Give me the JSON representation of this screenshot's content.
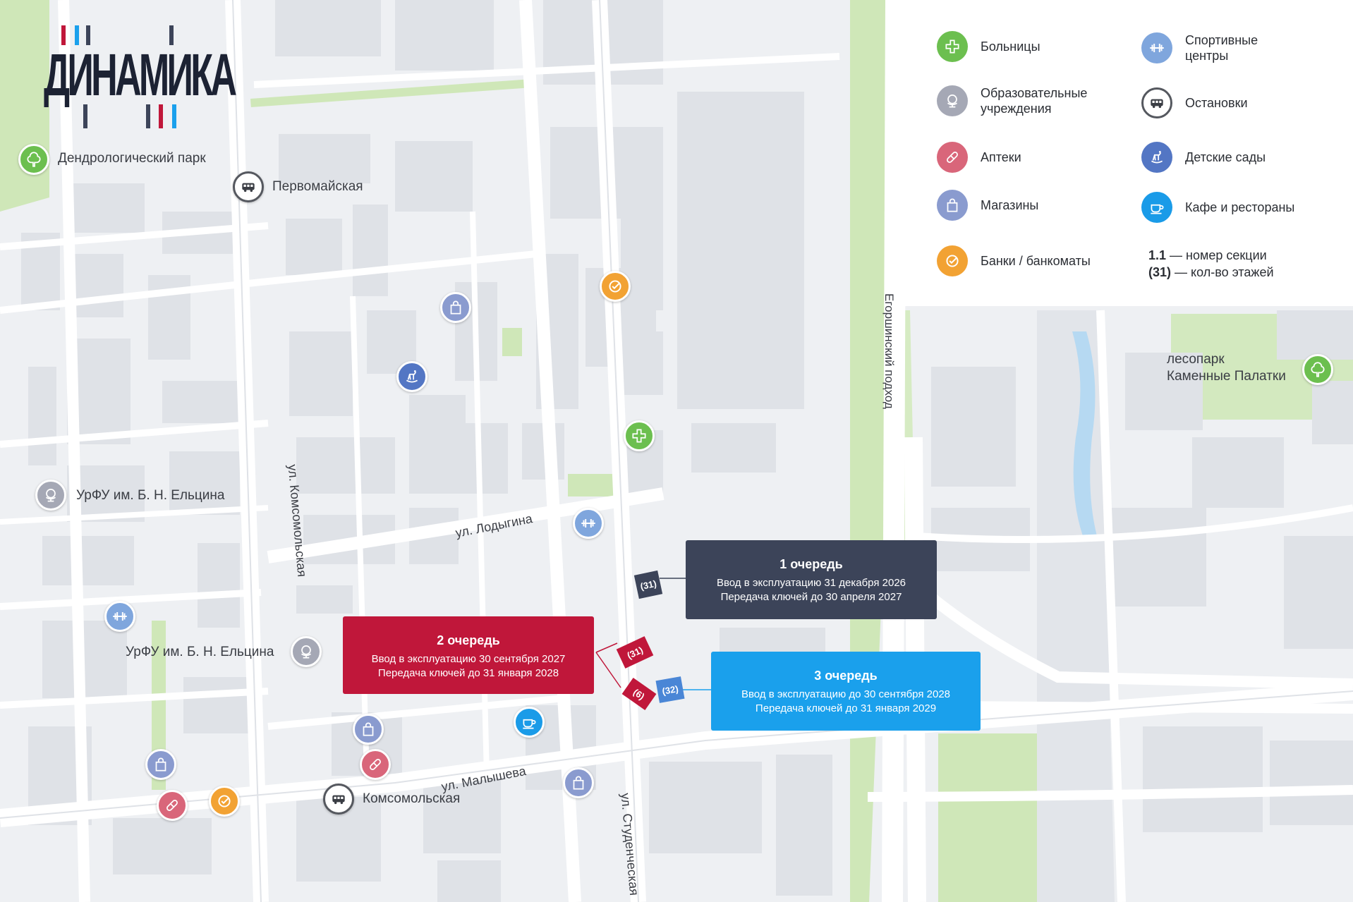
{
  "logo": {
    "text": "ДИНАМИКА"
  },
  "places": {
    "dendro_park": "Дендрологический парк",
    "pervomayskaya": "Первомайская",
    "urfu_1": "УрФУ им. Б. Н. Ельцина",
    "urfu_2": "УрФУ им. Б. Н. Ельцина",
    "komsomolskaya_stop": "Комсомольская",
    "forest_park": "лесопарк\nКаменные Палатки"
  },
  "streets": {
    "komsomolskaya": "ул. Комсомольская",
    "lodygina": "ул. Лодыгина",
    "malysheva": "ул. Малышева",
    "studencheskaya": "ул. Студенческая",
    "eroshinsky": "Егоршинский подход"
  },
  "legend": {
    "hospitals": "Больницы",
    "education": "Образовательные учреждения",
    "pharmacies": "Аптеки",
    "shops": "Магазины",
    "banks": "Банки / банкоматы",
    "sports": "Спортивные центры",
    "stops": "Остановки",
    "kindergartens": "Детские сады",
    "cafes": "Кафе и рестораны",
    "section_num": "1.1",
    "section_text": "— номер секции",
    "floors_num": "(31)",
    "floors_text": "— кол-во этажей"
  },
  "phases": {
    "p1": {
      "title": "1 очередь",
      "line1": "Ввод в эксплуатацию 31 декабря 2026",
      "line2": "Передача ключей до 30 апреля 2027",
      "floors": "(31)"
    },
    "p2": {
      "title": "2 очередь",
      "line1": "Ввод в эксплуатацию 30 сентября 2027",
      "line2": "Передача ключей до 31 января 2028",
      "floors_a": "(31)",
      "floors_b": "(6)"
    },
    "p3": {
      "title": "3 очередь",
      "line1": "Ввод в эксплуатацию до 30 сентября 2028",
      "line2": "Передача ключей до 31 января 2029",
      "floors": "(32)"
    }
  },
  "colors": {
    "hospital": "#6cbf4f",
    "education": "#a5a8b5",
    "pharmacy": "#d9667a",
    "shop": "#8a9bcf",
    "bank": "#f2a233",
    "sport": "#7fa6dd",
    "stop": "#ffffff",
    "kindergarten": "#5376c4",
    "cafe": "#1a9be8",
    "phase1": "#3c4459",
    "phase2": "#c0173a",
    "phase3": "#1aa0ec"
  }
}
